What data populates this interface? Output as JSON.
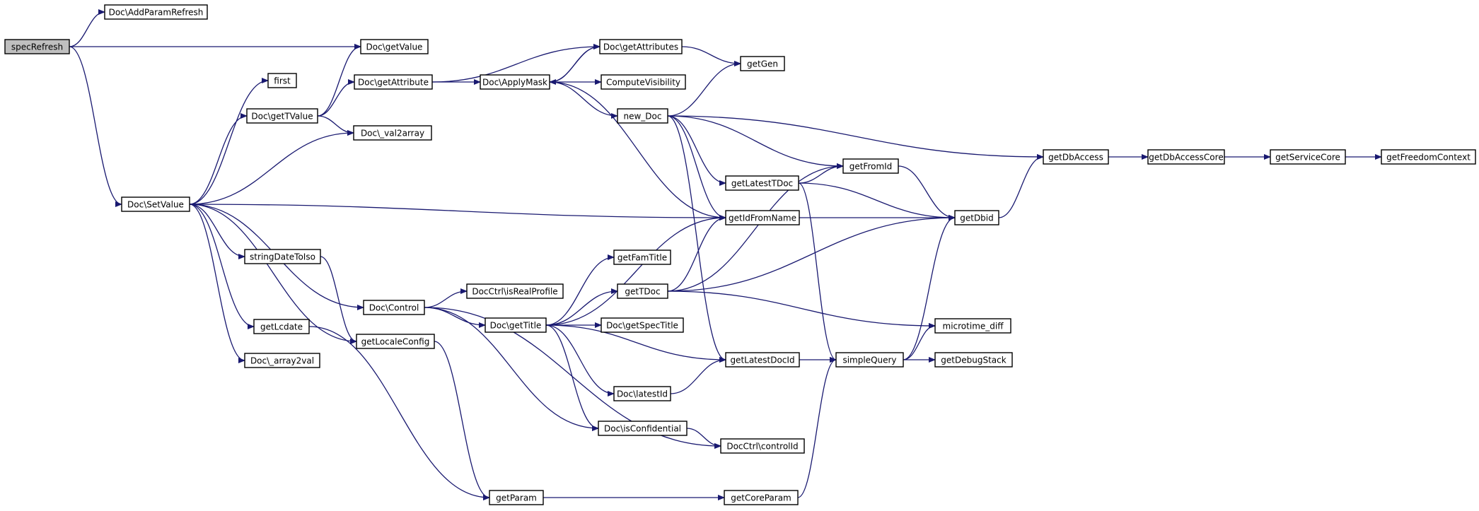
{
  "colors": {
    "edge": "#191970",
    "node_fill": "#ffffff",
    "root_fill": "#bfbfbf",
    "node_border": "#000000"
  },
  "root": "specRefresh",
  "nodes": [
    {
      "id": "specRefresh",
      "label": "specRefresh"
    },
    {
      "id": "addParamRefresh",
      "label": "Doc\\AddParamRefresh"
    },
    {
      "id": "getValue",
      "label": "Doc\\getValue"
    },
    {
      "id": "first",
      "label": "first"
    },
    {
      "id": "getAttribute",
      "label": "Doc\\getAttribute"
    },
    {
      "id": "getTValue",
      "label": "Doc\\getTValue"
    },
    {
      "id": "val2array",
      "label": "Doc\\_val2array"
    },
    {
      "id": "setValue",
      "label": "Doc\\SetValue"
    },
    {
      "id": "stringDateToIso",
      "label": "stringDateToIso"
    },
    {
      "id": "getLcdate",
      "label": "getLcdate"
    },
    {
      "id": "array2val",
      "label": "Doc\\_array2val"
    },
    {
      "id": "docControl",
      "label": "Doc\\Control"
    },
    {
      "id": "getLocaleConfig",
      "label": "getLocaleConfig"
    },
    {
      "id": "getParam",
      "label": "getParam"
    },
    {
      "id": "getAttributes",
      "label": "Doc\\getAttributes"
    },
    {
      "id": "applyMask",
      "label": "Doc\\ApplyMask"
    },
    {
      "id": "computeVisibility",
      "label": "ComputeVisibility"
    },
    {
      "id": "newDoc",
      "label": "new_Doc"
    },
    {
      "id": "isRealProfile",
      "label": "DocCtrl\\isRealProfile"
    },
    {
      "id": "getTitle",
      "label": "Doc\\getTitle"
    },
    {
      "id": "getFamTitle",
      "label": "getFamTitle"
    },
    {
      "id": "getTDoc",
      "label": "getTDoc"
    },
    {
      "id": "getSpecTitle",
      "label": "Doc\\getSpecTitle"
    },
    {
      "id": "latestId",
      "label": "Doc\\latestId"
    },
    {
      "id": "isConfidential",
      "label": "Doc\\isConfidential"
    },
    {
      "id": "getGen",
      "label": "getGen"
    },
    {
      "id": "getLatestTDoc",
      "label": "getLatestTDoc"
    },
    {
      "id": "getIdFromName",
      "label": "getIdFromName"
    },
    {
      "id": "getLatestDocId",
      "label": "getLatestDocId"
    },
    {
      "id": "controlId",
      "label": "DocCtrl\\controlId"
    },
    {
      "id": "getCoreParam",
      "label": "getCoreParam"
    },
    {
      "id": "getFromId",
      "label": "getFromId"
    },
    {
      "id": "simpleQuery",
      "label": "simpleQuery"
    },
    {
      "id": "getDbid",
      "label": "getDbid"
    },
    {
      "id": "microtimeDiff",
      "label": "microtime_diff"
    },
    {
      "id": "getDebugStack",
      "label": "getDebugStack"
    },
    {
      "id": "getDbAccess",
      "label": "getDbAccess"
    },
    {
      "id": "getDbAccessCore",
      "label": "getDbAccessCore"
    },
    {
      "id": "getServiceCore",
      "label": "getServiceCore"
    },
    {
      "id": "getFreedomContext",
      "label": "getFreedomContext"
    }
  ],
  "edges": [
    [
      "specRefresh",
      "addParamRefresh"
    ],
    [
      "specRefresh",
      "getValue"
    ],
    [
      "specRefresh",
      "setValue"
    ],
    [
      "setValue",
      "first"
    ],
    [
      "setValue",
      "getTValue"
    ],
    [
      "setValue",
      "val2array"
    ],
    [
      "setValue",
      "getIdFromName"
    ],
    [
      "setValue",
      "docControl"
    ],
    [
      "setValue",
      "stringDateToIso"
    ],
    [
      "setValue",
      "getLocaleConfig"
    ],
    [
      "setValue",
      "getLcdate"
    ],
    [
      "setValue",
      "array2val"
    ],
    [
      "getTValue",
      "getValue"
    ],
    [
      "getTValue",
      "getAttribute"
    ],
    [
      "getTValue",
      "val2array"
    ],
    [
      "getAttribute",
      "getAttributes"
    ],
    [
      "getAttribute",
      "applyMask"
    ],
    [
      "getAttributes",
      "applyMask"
    ],
    [
      "getAttributes",
      "getGen"
    ],
    [
      "applyMask",
      "getAttributes"
    ],
    [
      "applyMask",
      "computeVisibility"
    ],
    [
      "applyMask",
      "newDoc"
    ],
    [
      "applyMask",
      "getIdFromName"
    ],
    [
      "newDoc",
      "getGen"
    ],
    [
      "newDoc",
      "getDbAccess"
    ],
    [
      "newDoc",
      "getFromId"
    ],
    [
      "newDoc",
      "getLatestTDoc"
    ],
    [
      "newDoc",
      "getIdFromName"
    ],
    [
      "newDoc",
      "getLatestDocId"
    ],
    [
      "getLatestTDoc",
      "getFromId"
    ],
    [
      "getLatestTDoc",
      "getDbid"
    ],
    [
      "getLatestTDoc",
      "simpleQuery"
    ],
    [
      "getFromId",
      "getDbid"
    ],
    [
      "getIdFromName",
      "getDbid"
    ],
    [
      "getDbid",
      "getDbAccess"
    ],
    [
      "getDbAccess",
      "getDbAccessCore"
    ],
    [
      "getDbAccessCore",
      "getServiceCore"
    ],
    [
      "getServiceCore",
      "getFreedomContext"
    ],
    [
      "stringDateToIso",
      "getLocaleConfig"
    ],
    [
      "getLcdate",
      "getParam"
    ],
    [
      "getLocaleConfig",
      "getParam"
    ],
    [
      "docControl",
      "isRealProfile"
    ],
    [
      "docControl",
      "getTitle"
    ],
    [
      "docControl",
      "isConfidential"
    ],
    [
      "docControl",
      "controlId"
    ],
    [
      "getTitle",
      "getIdFromName"
    ],
    [
      "getTitle",
      "getFamTitle"
    ],
    [
      "getTitle",
      "getTDoc"
    ],
    [
      "getTitle",
      "getSpecTitle"
    ],
    [
      "getTitle",
      "getLatestDocId"
    ],
    [
      "getTitle",
      "latestId"
    ],
    [
      "getTitle",
      "isConfidential"
    ],
    [
      "getTDoc",
      "getIdFromName"
    ],
    [
      "getTDoc",
      "getFromId"
    ],
    [
      "getTDoc",
      "getDbid"
    ],
    [
      "getTDoc",
      "microtimeDiff"
    ],
    [
      "latestId",
      "getLatestDocId"
    ],
    [
      "isConfidential",
      "controlId"
    ],
    [
      "getLatestDocId",
      "simpleQuery"
    ],
    [
      "simpleQuery",
      "getDbid"
    ],
    [
      "simpleQuery",
      "microtimeDiff"
    ],
    [
      "simpleQuery",
      "getDebugStack"
    ],
    [
      "getParam",
      "getCoreParam"
    ],
    [
      "getCoreParam",
      "simpleQuery"
    ]
  ]
}
